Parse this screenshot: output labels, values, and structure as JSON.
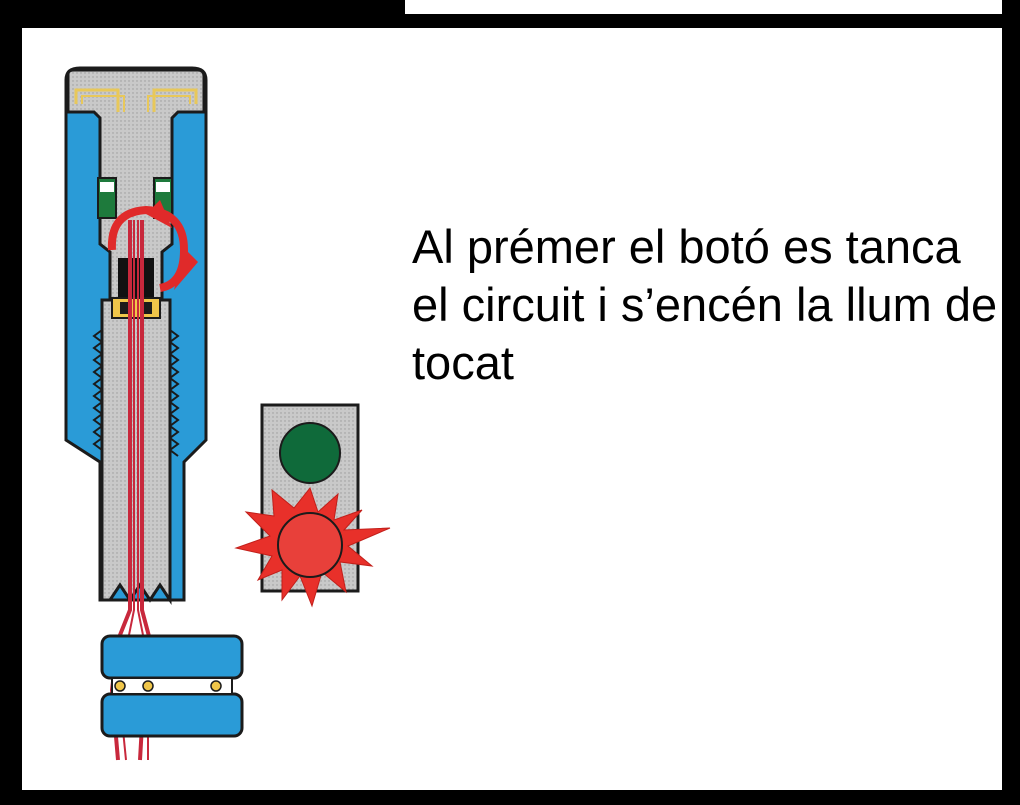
{
  "caption": {
    "lines": [
      "Al prémer el botó es tanca",
      "el circuit i s’encén la llum de",
      "tocat"
    ]
  },
  "colors": {
    "housing_blue": "#2a9bd7",
    "blade_grey": "#c9c9c9",
    "wire_red": "#c8283c",
    "lamp_green": "#0f6a3a",
    "lamp_red": "#e8302a",
    "contact_yellow": "#f0c64a",
    "switch_green": "#1e7a3c"
  }
}
